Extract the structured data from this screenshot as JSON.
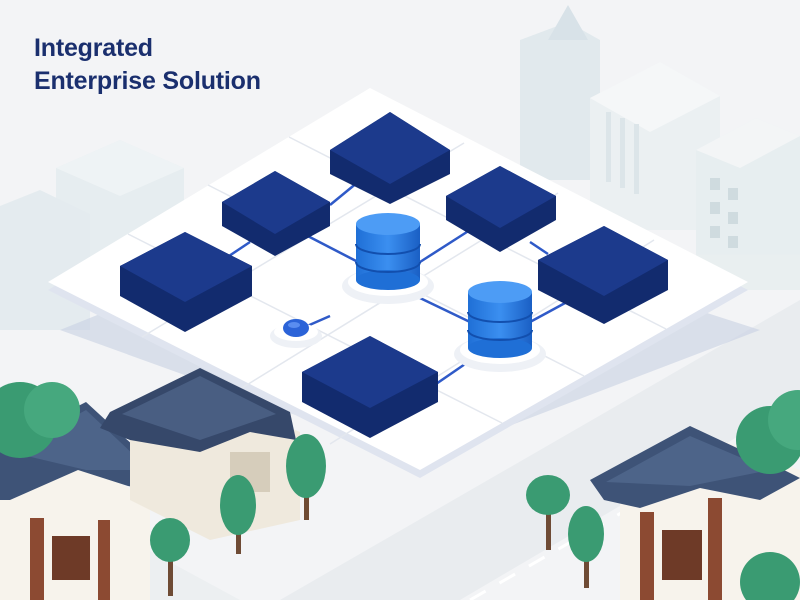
{
  "headline": {
    "line1": "Integrated",
    "line2": "Enterprise Solution"
  },
  "colors": {
    "background": "#f3f4f6",
    "platform": "#ffffff",
    "node_block": "#1c3a8c",
    "database": "#2b7de0",
    "connector": "#2f5ac8",
    "building": "#ffffff",
    "roof": "#3e5377",
    "tree": "#3a9b72"
  },
  "icons": {
    "server_blocks": 6,
    "databases": 2,
    "hub_dot": 1
  }
}
